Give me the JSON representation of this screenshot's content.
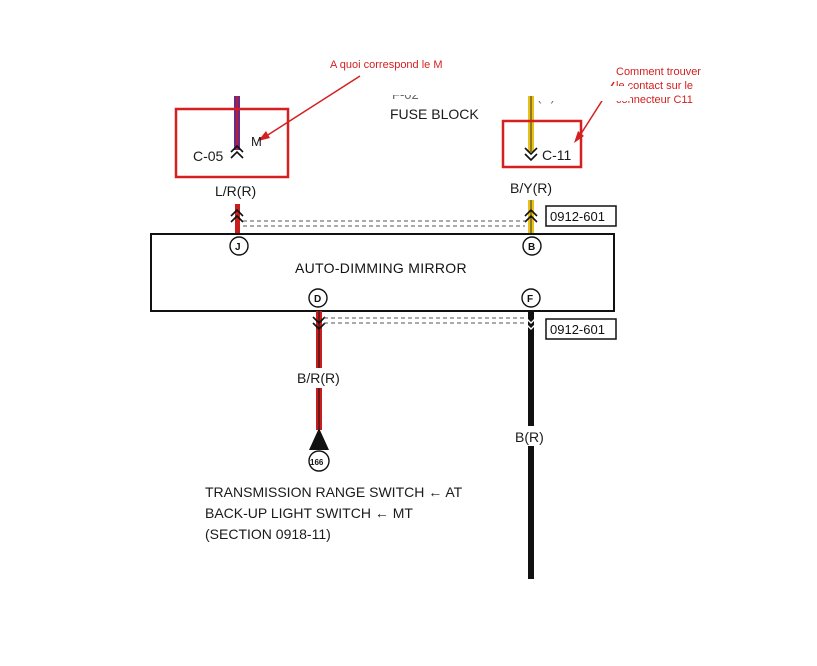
{
  "annotations": {
    "m_question": "A quoi correspond le M",
    "c11_question": [
      "Comment trouver",
      "le contact sur le",
      "connecteur C11"
    ]
  },
  "top_left": {
    "connector": "C-05",
    "pin_letter": "M",
    "wire_color": "L/R(R)"
  },
  "top_right": {
    "fuse_text": "FUSE BLOCK",
    "connector": "C-11",
    "wire_color": "B/Y(R)"
  },
  "mirror": {
    "title": "AUTO-DIMMING MIRROR",
    "pins": {
      "J": "J",
      "B": "B",
      "D": "D",
      "F": "F"
    },
    "ref_top": "0912-601",
    "ref_bottom": "0912-601"
  },
  "bottom_left": {
    "wire_color": "B/R(R)",
    "node": "166",
    "lines": [
      "TRANSMISSION RANGE SWITCH ← AT",
      "BACK-UP LIGHT SWITCH ← MT",
      "(SECTION 0918-11)"
    ]
  },
  "bottom_right": {
    "wire_color": "B(R)"
  },
  "colors": {
    "annotation_red": "#d42020",
    "wire_purple": "#6a2a8a",
    "wire_red": "#c81e1e",
    "wire_yellow": "#e8c21a",
    "wire_black": "#111111"
  }
}
